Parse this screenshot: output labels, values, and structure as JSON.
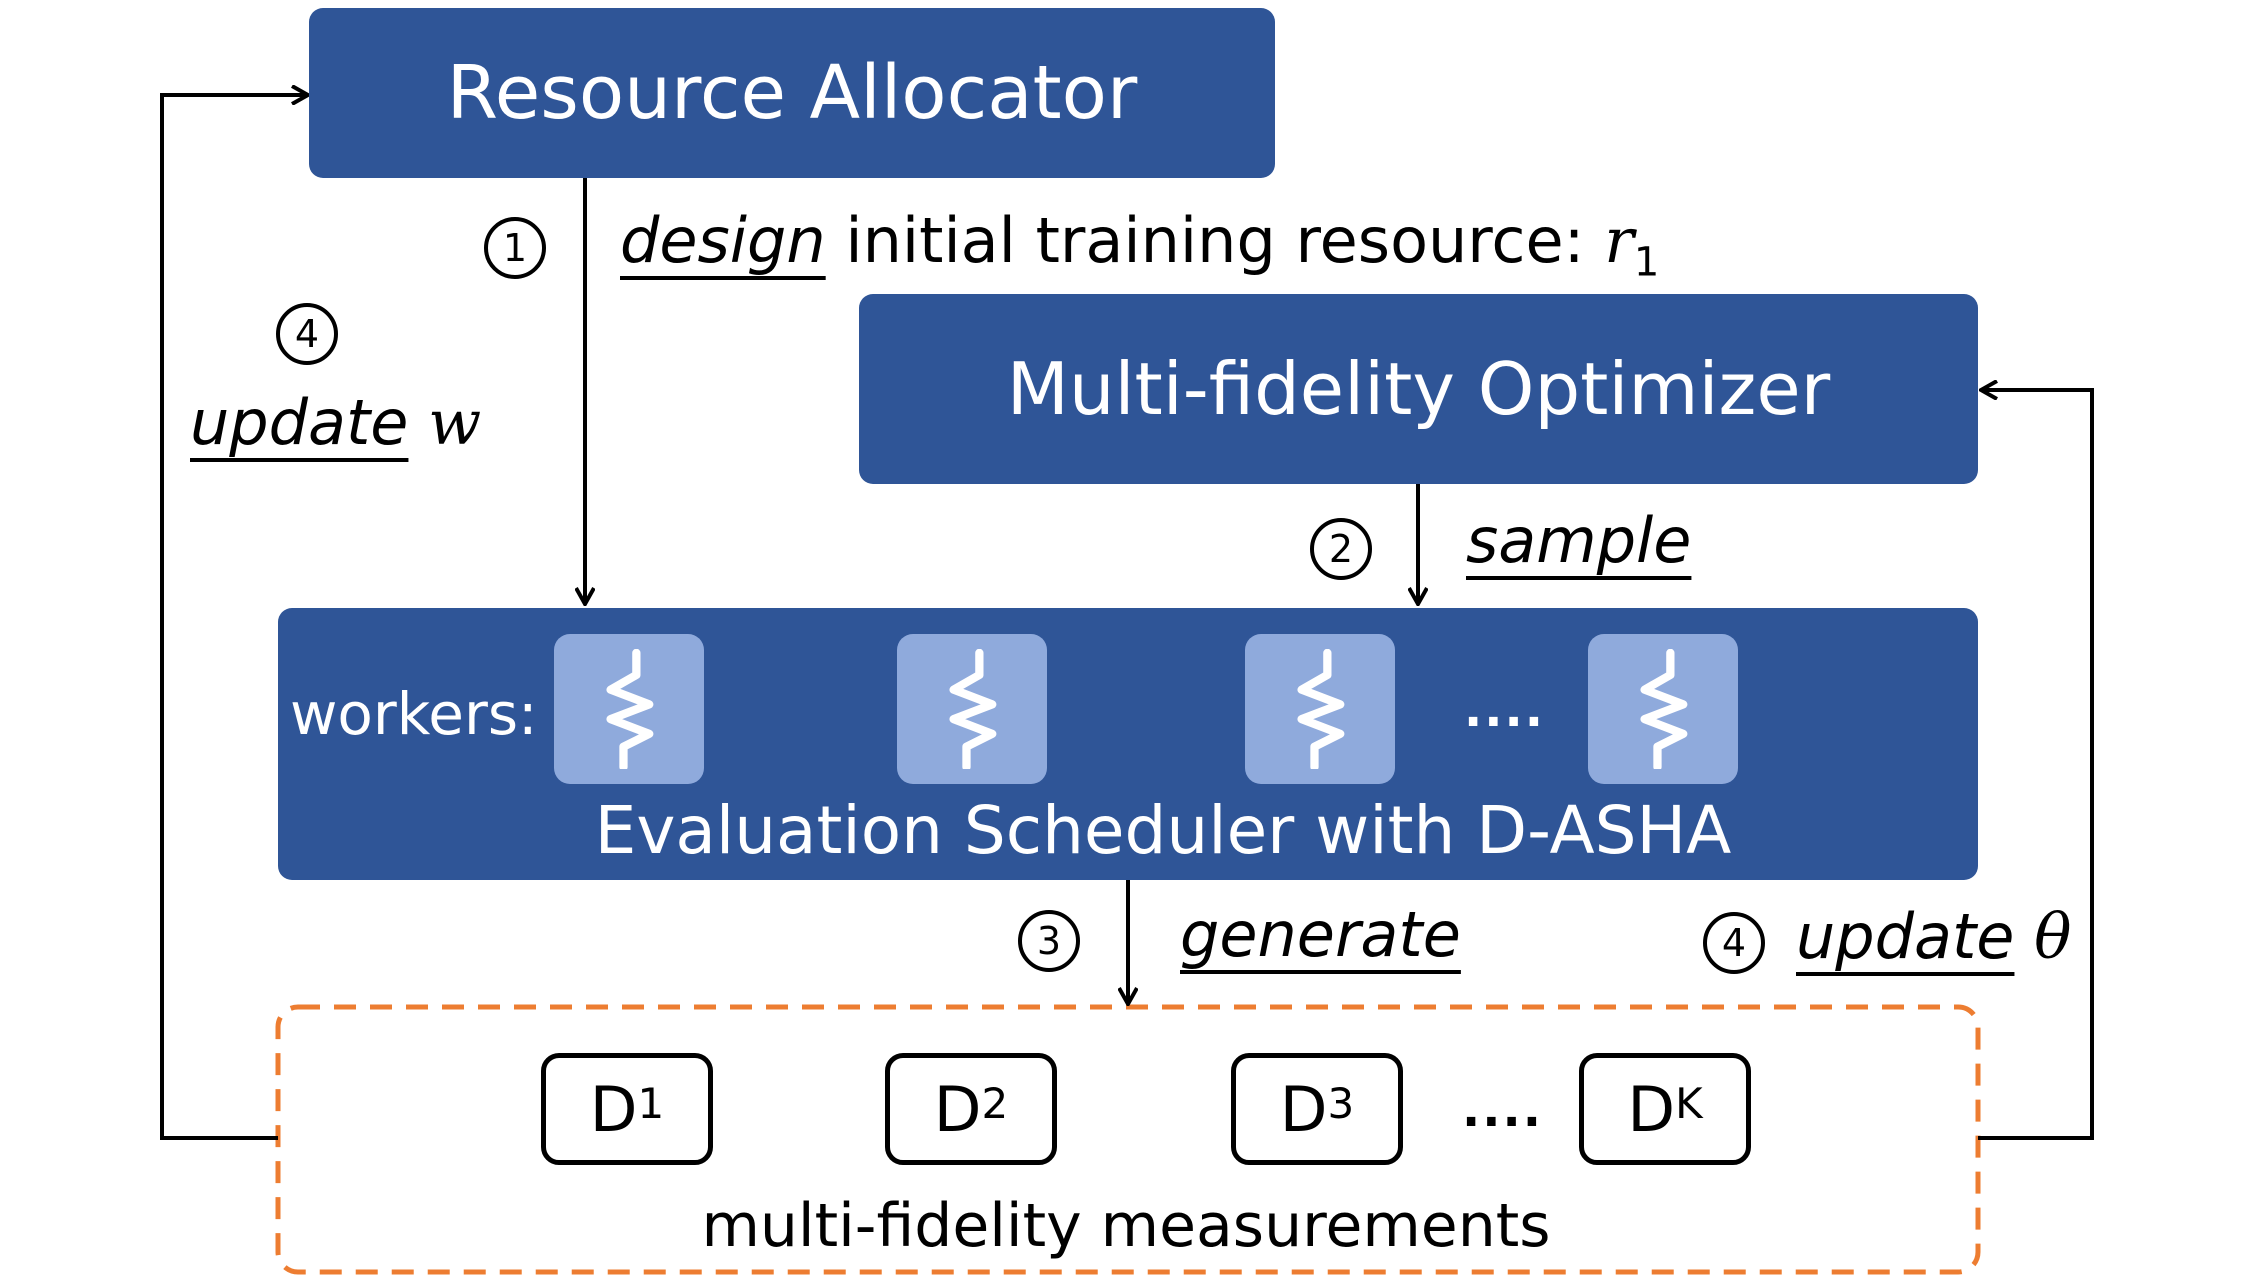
{
  "nodes": {
    "resource_allocator": "Resource Allocator",
    "optimizer": "Multi-fidelity Optimizer",
    "scheduler": "Evaluation Scheduler with D-ASHA",
    "workers_label": "workers:",
    "worker_ellipsis": "....",
    "measurements_caption": "multi-fidelity measurements",
    "measurements_ellipsis": "....",
    "measurements": [
      {
        "base": "D",
        "sup": "1"
      },
      {
        "base": "D",
        "sup": "2"
      },
      {
        "base": "D",
        "sup": "3"
      },
      {
        "base": "D",
        "sup": "K"
      }
    ]
  },
  "edges": {
    "design": {
      "step": "1",
      "verb": "design",
      "rest": " initial training resource: ",
      "var": "r",
      "var_sub": "1"
    },
    "sample": {
      "step": "2",
      "verb": "sample"
    },
    "generate": {
      "step": "3",
      "verb": "generate"
    },
    "update_w": {
      "step": "4",
      "verb": "update",
      "var": "w"
    },
    "update_theta": {
      "step": "4",
      "verb": "update",
      "var": "θ"
    }
  },
  "colors": {
    "box_fill": "#2f5597",
    "worker_fill": "#8faadc",
    "dashed_border": "#ed7d31",
    "arrow": "#000000"
  },
  "icons": {
    "worker": "zigzag-signal-icon"
  }
}
